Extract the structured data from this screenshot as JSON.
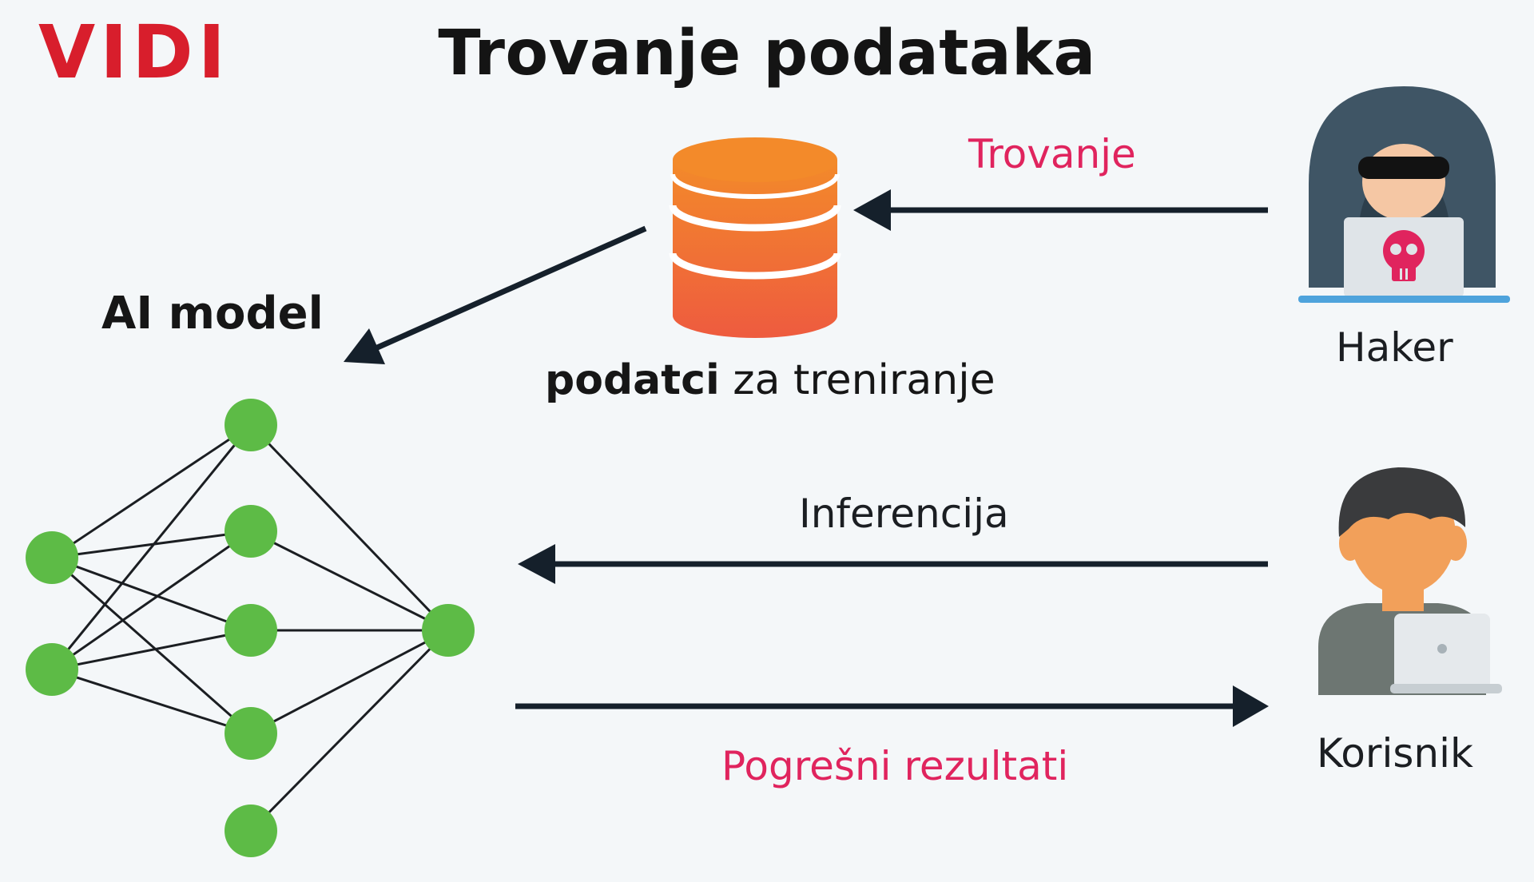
{
  "logo": {
    "text": "VIDI",
    "color": "#d81e2c"
  },
  "title": "Trovanje podataka",
  "nodes": {
    "ai_model": "AI model",
    "training_data": {
      "bold": "podatci",
      "rest": " za treniranje"
    },
    "hacker": "Haker",
    "user": "Korisnik"
  },
  "arrows": {
    "poisoning": "Trovanje",
    "inference": "Inferencija",
    "wrong_results": "Pogrešni rezultati"
  },
  "colors": {
    "accent": "#e0245e",
    "node_green": "#5dbb46",
    "database_orange": "#f0782a",
    "arrow": "#15202b"
  },
  "icons": {
    "database": "database-icon",
    "hacker": "hacker-icon",
    "user": "user-with-laptop-icon",
    "network": "neural-network-icon"
  }
}
